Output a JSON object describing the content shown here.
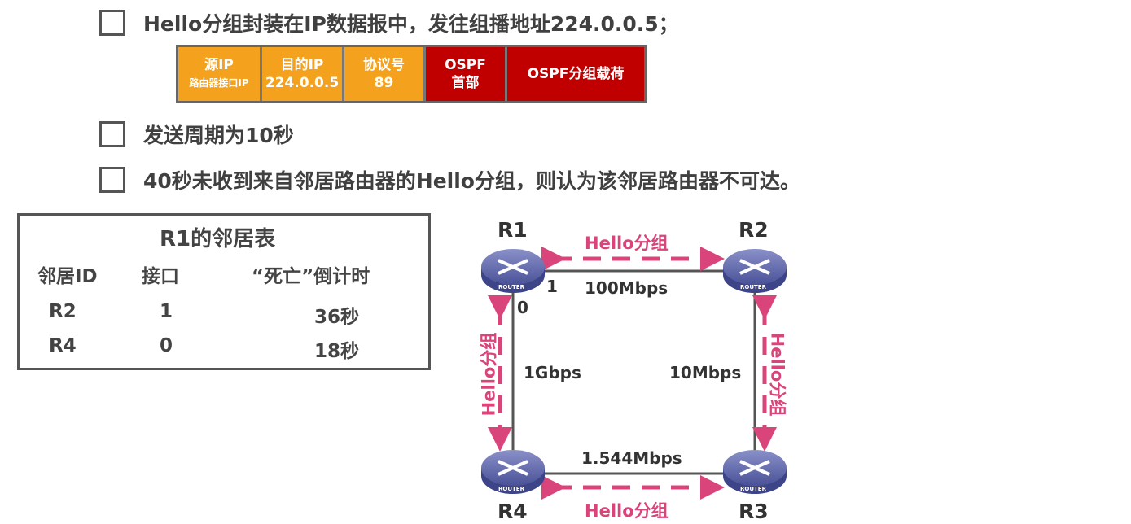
{
  "bullets": [
    "Hello分组封装在IP数据报中，发往组播地址224.0.0.5；",
    "发送周期为10秒",
    "40秒未收到来自邻居路由器的Hello分组，则认为该邻居路由器不可达。"
  ],
  "packet": {
    "src_ip": "源IP",
    "src_ip_sub": "路由器接口IP",
    "dst_ip": "目的IP",
    "dst_ip_sub": "224.0.0.5",
    "proto": "协议号",
    "proto_sub": "89",
    "ospf_hdr": "OSPF",
    "ospf_hdr_sub": "首部",
    "payload": "OSPF分组载荷"
  },
  "neighbor_table": {
    "title": "R1的邻居表",
    "headers": [
      "邻居ID",
      "接口",
      "“死亡”倒计时"
    ],
    "rows": [
      [
        "R2",
        "1",
        "36秒"
      ],
      [
        "R4",
        "0",
        "18秒"
      ]
    ]
  },
  "diagram": {
    "routers": [
      "R1",
      "R2",
      "R3",
      "R4"
    ],
    "router_caption": "ROUTER",
    "hello": "Hello分组",
    "links": {
      "r1_r2": "100Mbps",
      "r1_r4": "1Gbps",
      "r2_r3": "10Mbps",
      "r4_r3": "1.544Mbps"
    },
    "ports": {
      "r1_to_r2": "1",
      "r1_to_r4": "0"
    }
  },
  "colors": {
    "orange": "#F4A11E",
    "red": "#C00000",
    "pink": "#D9457A"
  }
}
